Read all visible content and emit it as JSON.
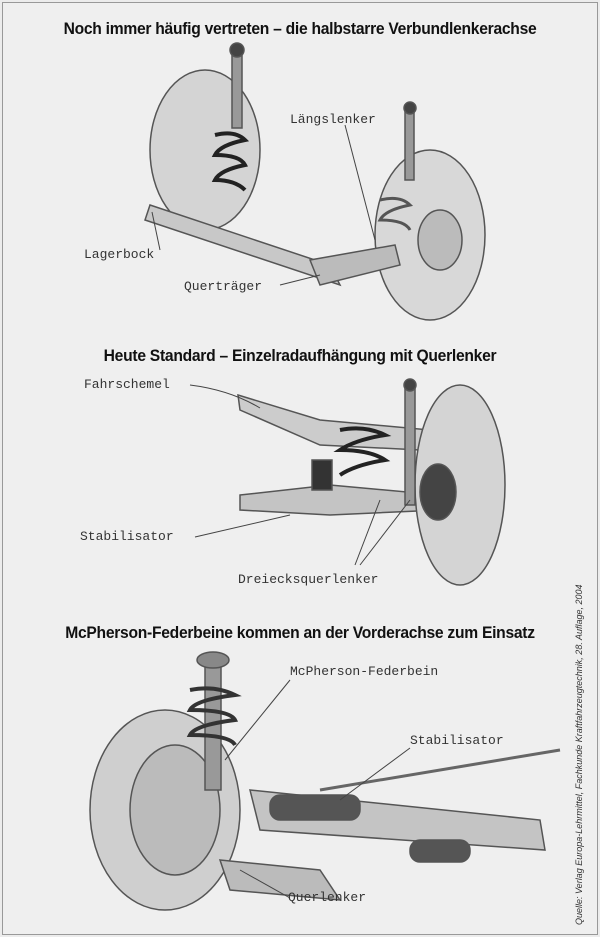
{
  "sections": [
    {
      "title": "Noch immer häufig vertreten – die halbstarre Verbundlenkerachse",
      "labels": [
        "Längslenker",
        "Lagerbock",
        "Querträger"
      ]
    },
    {
      "title": "Heute Standard – Einzelradaufhängung mit Querlenker",
      "labels": [
        "Fahrschemel",
        "Stabilisator",
        "Dreiecksquerlenker"
      ]
    },
    {
      "title": "McPherson-Federbeine kommen an der Vorderachse zum Einsatz",
      "labels": [
        "McPherson-Federbein",
        "Stabilisator",
        "Querlenker"
      ]
    }
  ],
  "source": "Quelle: Verlag Europa-Lehrmittel, Fachkunde Kraftfahrzeugtechnik, 28. Auflage, 2004"
}
